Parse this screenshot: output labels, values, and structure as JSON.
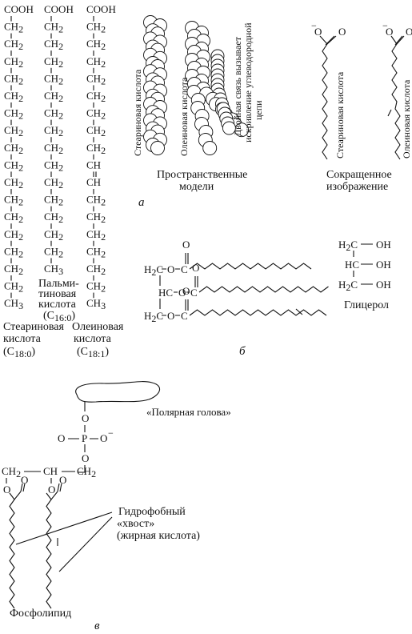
{
  "fatty_acids": {
    "head": "COOH",
    "chain_unit": "CH",
    "chain_sub": "2",
    "end_unit": "CH",
    "end_sub": "3",
    "double_bond_top": "CH",
    "double_bond_bottom": "CH",
    "stearic_name": "Стеариновая",
    "stearic_word2": "кислота",
    "stearic_code": "(C",
    "stearic_code_sub": "18:0",
    "stearic_code_close": ")",
    "palmitic_name_1": "Пальми-",
    "palmitic_name_2": "тиновая",
    "palmitic_name_3": "кислота",
    "palmitic_code": "(C",
    "palmitic_code_sub": "16:0",
    "palmitic_code_close": ")",
    "oleic_name": "Олеиновая",
    "oleic_word2": "кислота",
    "oleic_code": "(C",
    "oleic_code_sub": "18:1",
    "oleic_code_close": ")"
  },
  "space_models": {
    "stearic_label": "Стеариновая кислота",
    "oleic_label": "Олеиновая кислота",
    "bend_note_1": "Двойная связь вызывает",
    "bend_note_2": "искривление углеводородной",
    "bend_note_3": "цепи",
    "caption_1": "Пространственные",
    "caption_2": "модели"
  },
  "abbreviated": {
    "charge": "−",
    "oxygen": "O",
    "stearic_label": "Стеариновая кислота",
    "oleic_label": "Олеиновая кислота",
    "caption_1": "Сокращенное",
    "caption_2": "изображение"
  },
  "panel_letters": {
    "a": "а",
    "b": "б",
    "c": "в"
  },
  "triglyceride": {
    "ch2": "H",
    "ch2_c": "C",
    "ch2_sub": "2",
    "ch": "HC",
    "o": "O",
    "c": "C",
    "glycerol_r1": "H",
    "glycerol_r1_c": "C",
    "glycerol_oh": "OH",
    "glycerol_r2": "HC",
    "glycerol_label": "Глицерол"
  },
  "phospholipid": {
    "polar_head": "«Полярная голова»",
    "o": "O",
    "p": "P",
    "o_minus": "O",
    "minus": "−",
    "ch2_left": "CH",
    "ch_mid": "CH",
    "ch2_right": "CH",
    "sub2": "2",
    "hydrophobic_1": "Гидрофобный",
    "hydrophobic_2": "«хвост»",
    "hydrophobic_3": "(жирная кислота)",
    "label": "Фосфолипид"
  }
}
